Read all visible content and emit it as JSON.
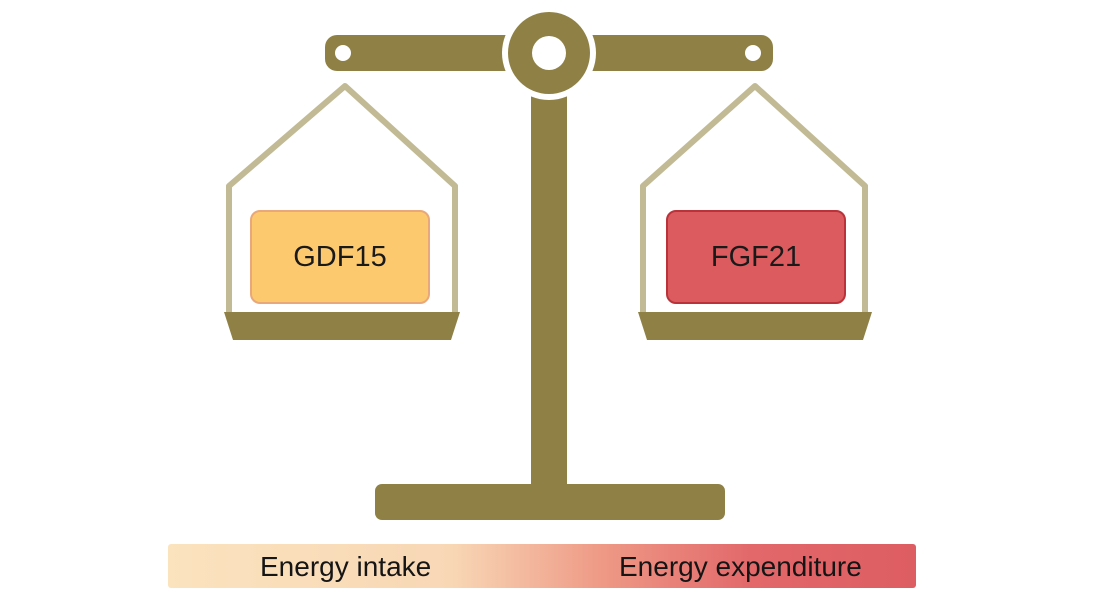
{
  "left_pan": {
    "label": "GDF15"
  },
  "right_pan": {
    "label": "FGF21"
  },
  "energy_bar": {
    "left_label": "Energy intake",
    "right_label": "Energy expenditure"
  },
  "colors": {
    "scale": "#8f8146",
    "gdf15_fill": "#fdc96f",
    "fgf21_fill": "#dc5b5f",
    "bar_start": "#fbe3be",
    "bar_end": "#dd5d62"
  }
}
